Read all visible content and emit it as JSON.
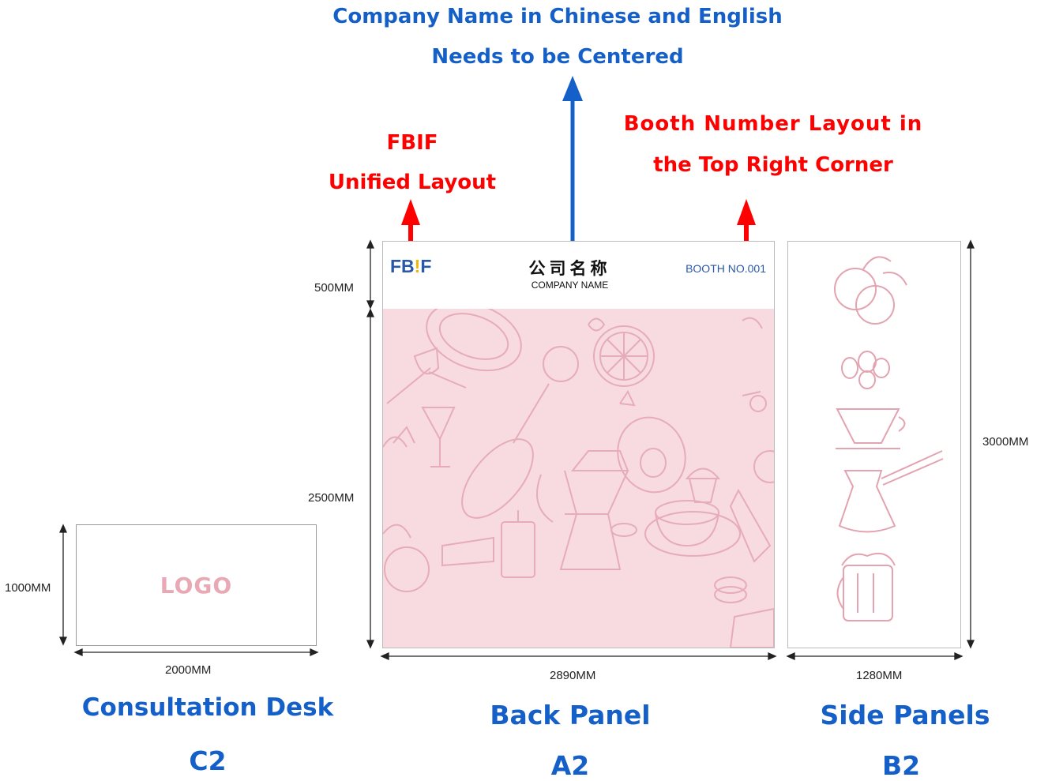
{
  "top_note": {
    "line1": "Company Name in Chinese and English",
    "line2": "Needs to be Centered"
  },
  "left_note": {
    "line1": "FBIF",
    "line2": "Unified Layout"
  },
  "right_note": {
    "line1": "Booth Number Layout in",
    "line2": "the Top Right Corner"
  },
  "back_panel": {
    "logo_prefix": "FB",
    "logo_bang": "!",
    "logo_suffix": "F",
    "company_cn": "公司名称",
    "company_en": "COMPANY NAME",
    "booth_no": "BOOTH NO.001",
    "header_height": "500MM",
    "body_height": "2500MM",
    "width": "2890MM",
    "title": "Back Panel",
    "code": "A2"
  },
  "side_panel": {
    "height": "3000MM",
    "width": "1280MM",
    "title": "Side Panels",
    "code": "B2"
  },
  "desk": {
    "logo": "LOGO",
    "height": "1000MM",
    "width": "2000MM",
    "title": "Consultation Desk",
    "code": "C2"
  },
  "colors": {
    "blue": "#1460c8",
    "red": "#ff0000",
    "pink_fill": "#f7dbe0",
    "sketch": "#e3a3b0",
    "logo_pink": "#e8a9b5",
    "logo_yellow": "#f2b705"
  },
  "icons": [
    "arrow-up-icon",
    "food-sketch-pattern",
    "fruit-sketch-icon",
    "coffee-bean-icon",
    "pour-over-icon",
    "coffee-pot-icon",
    "beer-mug-icon"
  ]
}
